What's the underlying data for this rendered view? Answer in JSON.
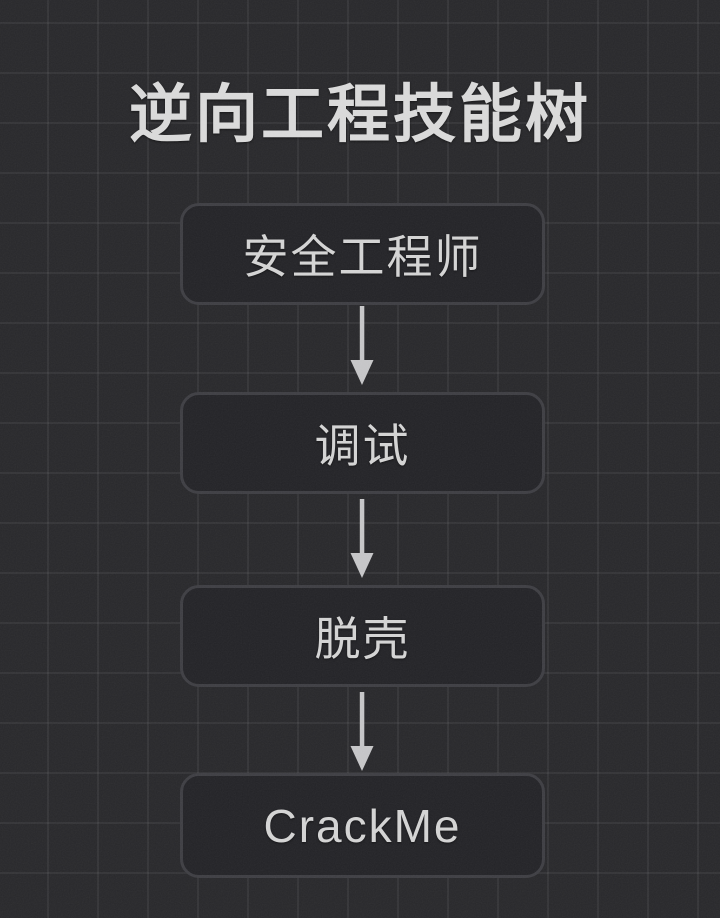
{
  "page": {
    "title": "逆向工程技能树"
  },
  "flow": {
    "nodes": [
      {
        "label": "安全工程师"
      },
      {
        "label": "调试"
      },
      {
        "label": "脱壳"
      },
      {
        "label": "CrackMe"
      }
    ],
    "connector_icon": "arrow-down-icon",
    "connector_count": 3
  },
  "colors": {
    "background": "#28282b",
    "grid_line": "#37373b",
    "node_fill": "#232327",
    "node_border": "#3e3e43",
    "title_text": "#dbdbdb",
    "node_text": "#d5d5d5",
    "arrow": "#c7c7c9"
  }
}
